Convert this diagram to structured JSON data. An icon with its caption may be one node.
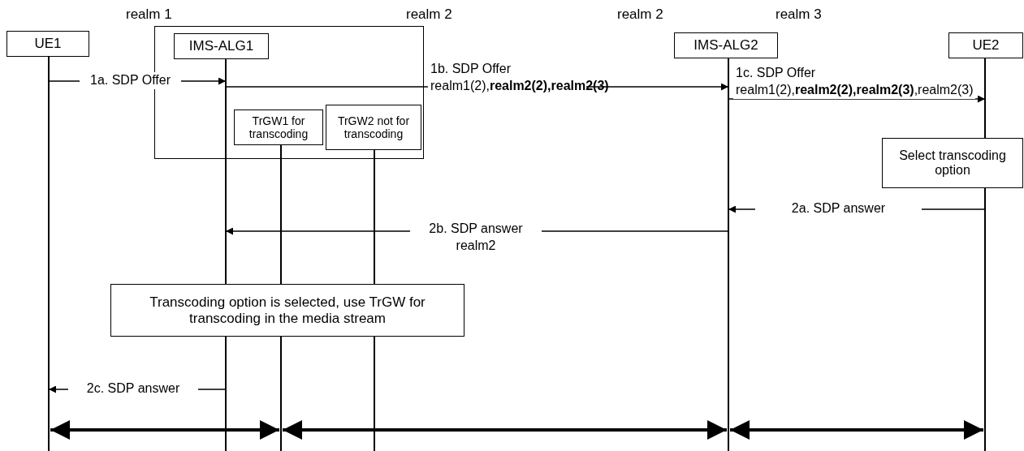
{
  "diagram": {
    "nodes": [
      {
        "text": [],
        "shape": "box"
      },
      {
        "text": [
          "UE1"
        ]
      },
      {
        "text": [
          "IMS-ALG1"
        ],
        "in": 0
      },
      {
        "text": [
          "TrGW1 for transcoding"
        ],
        "in": 0
      },
      {
        "text": [
          "TrGW2 not for transcoding"
        ],
        "in": 0
      },
      {
        "text": [
          "IMS-ALG2"
        ]
      },
      {
        "text": [
          "UE2"
        ]
      },
      {
        "text": [
          "Select transcoding option"
        ]
      },
      {
        "text": [
          "Transcoding option is selected, use TrGW for transcoding in the media stream"
        ]
      },
      {
        "text": [],
        "shape": "bar"
      },
      {
        "text": [],
        "shape": "bar"
      },
      {
        "text": [],
        "shape": "bar"
      },
      {
        "text": [],
        "shape": "bar"
      },
      {
        "text": [],
        "shape": "bar"
      },
      {
        "text": [],
        "shape": "bar"
      }
    ],
    "edges": [
      {
        "from": 9,
        "to": 10,
        "arrow": "to",
        "label": "1a. SDP Offer"
      },
      {
        "from": 10,
        "to": 13,
        "arrow": "to",
        "label": "1b. SDP Offer realm1(2),**realm2(2),realm2(3)**"
      },
      {
        "from": 13,
        "to": 14,
        "arrow": "to",
        "label": "1c. SDP Offer realm1(2),**realm2(2),realm2(3)**,realm2(3)"
      },
      {
        "from": 14,
        "to": 13,
        "arrow": "to",
        "label": "2a. SDP answer"
      },
      {
        "from": 13,
        "to": 10,
        "arrow": "to",
        "label": "2b. SDP answer realm2"
      },
      {
        "from": 10,
        "to": 9,
        "arrow": "to",
        "label": "2c. SDP answer"
      },
      {
        "from": 9,
        "to": 11,
        "arrow": "both",
        "style": "thick"
      },
      {
        "from": 11,
        "to": 13,
        "arrow": "both",
        "style": "thick"
      },
      {
        "from": 13,
        "to": 14,
        "arrow": "both",
        "style": "thick"
      }
    ],
    "labels": [
      "realm 1",
      "realm 2",
      "realm 2",
      "realm 3"
    ]
  }
}
